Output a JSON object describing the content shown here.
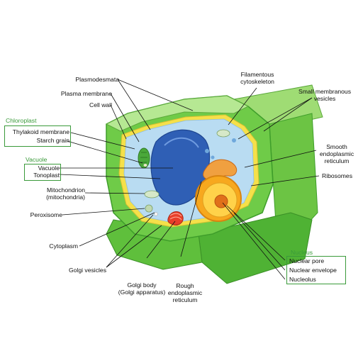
{
  "labels": {
    "plasmodesmata": "Plasmodesmata",
    "plasma_membrane": "Plasma membrane",
    "cell_wall": "Cell wall",
    "chloroplast": "Chloroplast",
    "thylakoid_membrane": "Thylakoid membrane",
    "starch_grain": "Starch grain",
    "vacuole_group": "Vacuole",
    "vacuole": "Vacuole",
    "tonoplast": "Tonoplast",
    "mitochondrion_1": "Mitochondrion",
    "mitochondrion_2": "(mitochondria)",
    "peroxisome": "Peroxisome",
    "cytoplasm": "Cytoplasm",
    "golgi_vesicles": "Golgi vesicles",
    "golgi_body_1": "Golgi body",
    "golgi_body_2": "(Golgi apparatus)",
    "rough_er_1": "Rough",
    "rough_er_2": "endoplasmic",
    "rough_er_3": "reticulum",
    "filamentous_1": "Filamentous",
    "filamentous_2": "cytoskeleton",
    "small_vesicles_1": "Small membranous",
    "small_vesicles_2": "vesicles",
    "smooth_er_1": "Smooth",
    "smooth_er_2": "endoplasmic",
    "smooth_er_3": "reticulum",
    "ribosomes": "Ribosomes",
    "nucleus_group": "Nucleus",
    "nuclear_pore": "Nuclear pore",
    "nuclear_envelope": "Nuclear envelope",
    "nucleolus": "Nucleolus"
  },
  "colors": {
    "cell_wall_light": "#8dd35f",
    "cell_wall_mid": "#5fbf3c",
    "cell_wall_dark": "#3f9e2b",
    "plasma_membrane": "#f5e04a",
    "cytoplasm": "#b9dcf2",
    "vacuole": "#2f5fb5",
    "vacuole_light": "#4a7fd0",
    "nucleus_outer": "#f7a81e",
    "nucleus_inner": "#ffd24a",
    "nucleolus": "#e0701a",
    "rough_er": "#e8822a",
    "golgi": "#e8402a",
    "chloroplast": "#4aa83a",
    "group_label": "#3a9a3a",
    "leader_line": "#111111"
  }
}
